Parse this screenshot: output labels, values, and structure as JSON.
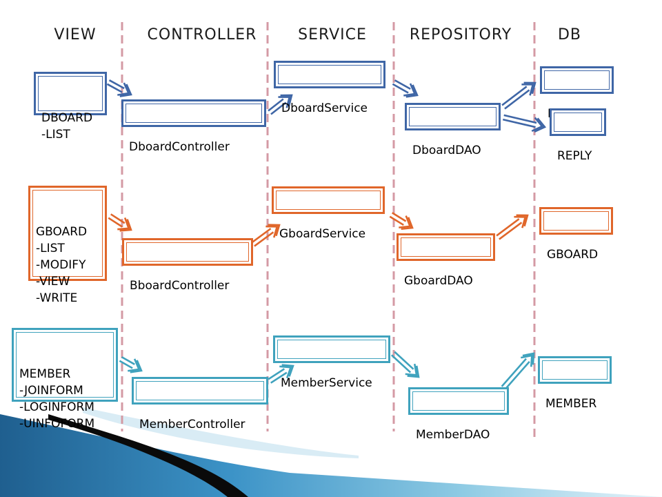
{
  "columns": [
    "VIEW",
    "CONTROLLER",
    "SERVICE",
    "REPOSITORY",
    "DB"
  ],
  "colors": {
    "blue": "#3f66a6",
    "orange": "#e0662a",
    "teal": "#3fa2bd",
    "divider": "#d49aa4"
  },
  "rows": {
    "dboard": {
      "view": "DBOARD\n-LIST",
      "controller": "DboardController",
      "service": "DboardService",
      "dao": "DboardDAO",
      "db": [
        "DBOARD",
        "REPLY"
      ]
    },
    "gboard": {
      "view": "GBOARD\n-LIST\n-MODIFY\n-VIEW\n-WRITE",
      "controller": "BboardController",
      "service": "GboardService",
      "dao": "GboardDAO",
      "db": [
        "GBOARD"
      ]
    },
    "member": {
      "view": "MEMBER\n-JOINFORM\n-LOGINFORM\n-UINFOFORM",
      "controller": "MemberController",
      "service": "MemberService",
      "dao": "MemberDAO",
      "db": [
        "MEMBER"
      ]
    }
  }
}
